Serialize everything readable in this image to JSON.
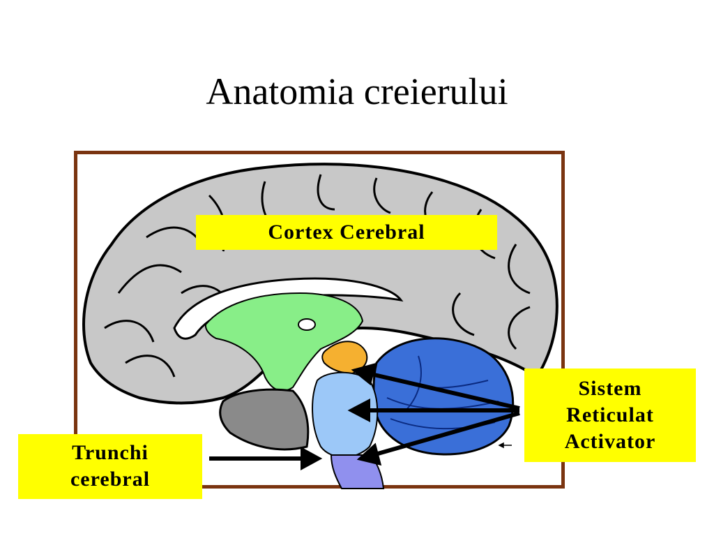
{
  "slide": {
    "title": "Anatomia creierului"
  },
  "labels": {
    "cortex": "Cortex Cerebral",
    "sistem": [
      "Sistem",
      "Reticulat",
      "Activator"
    ],
    "trunchi": [
      "Trunchi",
      "cerebral"
    ]
  },
  "colors": {
    "frame": "#7a3410",
    "label_bg": "#ffff00",
    "cortex": "#c8c8c8",
    "limbic": "#88ee88",
    "thalamus": "#f5b030",
    "cerebellum": "#3a6fd8",
    "pons": "#9cc8f8",
    "medulla": "#9090ee",
    "brainstem_dark": "#8a8a8a"
  }
}
